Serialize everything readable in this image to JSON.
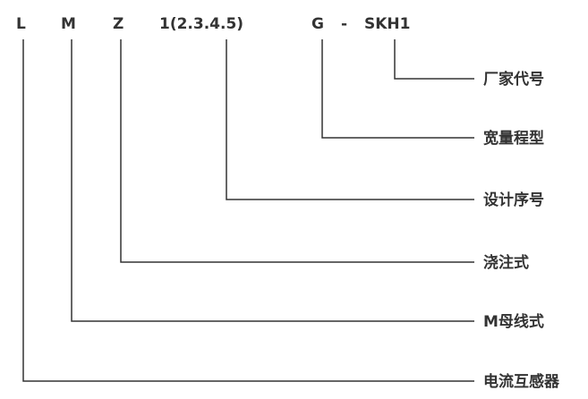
{
  "code": {
    "part_l": "L",
    "part_m": "M",
    "part_z": "Z",
    "part_seq": "1(2.3.4.5)",
    "part_g": "G",
    "part_dash": "-",
    "part_skh": "SKH1"
  },
  "labels": {
    "manufacturer": "厂家代号",
    "range_type": "宽量程型",
    "design_seq": "设计序号",
    "cast_type": "浇注式",
    "busbar_type": "M母线式",
    "current_transformer": "电流互感器"
  }
}
